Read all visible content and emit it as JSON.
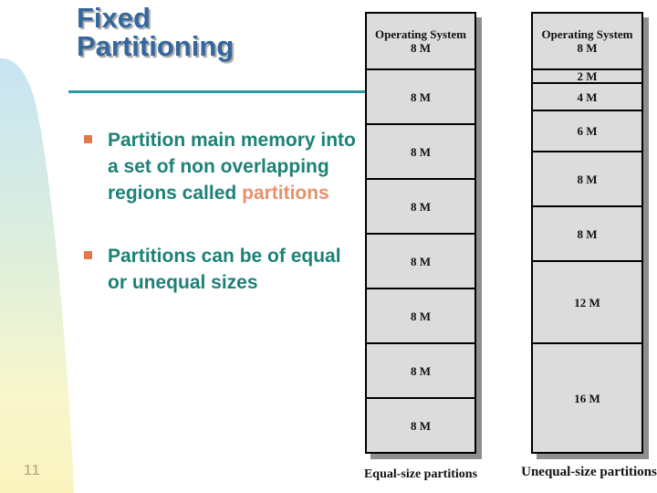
{
  "slide": {
    "title_lines": [
      "Fixed",
      "Partitioning"
    ],
    "page_number": "11",
    "bullets": [
      {
        "text": "Partition main memory into a set of non overlapping regions called ",
        "highlight": "partitions"
      },
      {
        "text": "Partitions can be of equal or unequal sizes",
        "highlight": ""
      }
    ]
  },
  "diagrams": [
    {
      "caption": "Equal-size partitions",
      "rows": [
        {
          "lines": [
            "Operating System",
            "8 M"
          ],
          "size_m": 8
        },
        {
          "lines": [
            "8 M"
          ],
          "size_m": 8
        },
        {
          "lines": [
            "8 M"
          ],
          "size_m": 8
        },
        {
          "lines": [
            "8 M"
          ],
          "size_m": 8
        },
        {
          "lines": [
            "8 M"
          ],
          "size_m": 8
        },
        {
          "lines": [
            "8 M"
          ],
          "size_m": 8
        },
        {
          "lines": [
            "8 M"
          ],
          "size_m": 8
        },
        {
          "lines": [
            "8 M"
          ],
          "size_m": 8
        }
      ]
    },
    {
      "caption": "Unequal-size partitions",
      "rows": [
        {
          "lines": [
            "Operating System",
            "8 M"
          ],
          "size_m": 8
        },
        {
          "lines": [
            "2 M"
          ],
          "size_m": 2
        },
        {
          "lines": [
            "4 M"
          ],
          "size_m": 4
        },
        {
          "lines": [
            "6 M"
          ],
          "size_m": 6
        },
        {
          "lines": [
            "8 M"
          ],
          "size_m": 8
        },
        {
          "lines": [
            "8 M"
          ],
          "size_m": 8
        },
        {
          "lines": [
            "12 M"
          ],
          "size_m": 12
        },
        {
          "lines": [
            "16 M"
          ],
          "size_m": 16
        }
      ]
    }
  ],
  "colors": {
    "title": "#33679E",
    "title_shadow": "#828282",
    "divider": "#2E9BA3",
    "body_text": "#1D8176",
    "highlight": "#E8916C",
    "bullet_marker": "#E2794E",
    "page_number": "#B49F78",
    "diagram_fill": "#DCDCDC",
    "diagram_border": "#000000",
    "diagram_shadow": "#8F8F8F",
    "band_top": "#C7E4F3",
    "band_middle": "#DCEEDE",
    "band_bottom": "#FAF3BE"
  }
}
